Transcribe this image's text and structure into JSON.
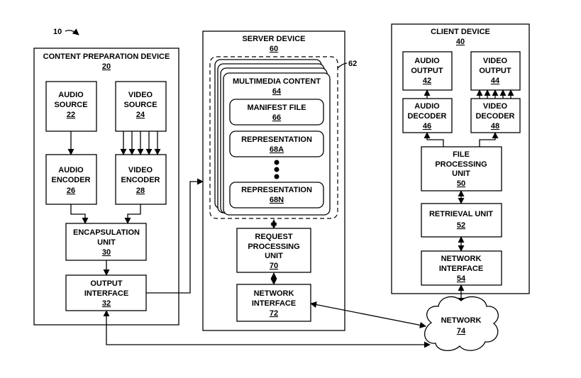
{
  "figure_ref": "10",
  "ref_62": "62",
  "content_preparation": {
    "title": "CONTENT PREPARATION DEVICE",
    "number": "20",
    "audio_source": {
      "line1": "AUDIO",
      "line2": "SOURCE",
      "number": "22"
    },
    "video_source": {
      "line1": "VIDEO",
      "line2": "SOURCE",
      "number": "24"
    },
    "audio_encoder": {
      "line1": "AUDIO",
      "line2": "ENCODER",
      "number": "26"
    },
    "video_encoder": {
      "line1": "VIDEO",
      "line2": "ENCODER",
      "number": "28"
    },
    "encapsulation": {
      "line1": "ENCAPSULATION",
      "line2": "UNIT",
      "number": "30"
    },
    "output_interface": {
      "line1": "OUTPUT",
      "line2": "INTERFACE",
      "number": "32"
    }
  },
  "server": {
    "title": "SERVER DEVICE",
    "number": "60",
    "multimedia": {
      "title": "MULTIMEDIA CONTENT",
      "number": "64"
    },
    "manifest": {
      "label": "MANIFEST FILE",
      "number": "66"
    },
    "rep_a": {
      "label": "REPRESENTATION",
      "number": "68A"
    },
    "rep_n": {
      "label": "REPRESENTATION",
      "number": "68N"
    },
    "request_processing": {
      "line1": "REQUEST",
      "line2": "PROCESSING",
      "line3": "UNIT",
      "number": "70"
    },
    "network_interface": {
      "line1": "NETWORK",
      "line2": "INTERFACE",
      "number": "72"
    }
  },
  "client": {
    "title": "CLIENT DEVICE",
    "number": "40",
    "audio_output": {
      "line1": "AUDIO",
      "line2": "OUTPUT",
      "number": "42"
    },
    "video_output": {
      "line1": "VIDEO",
      "line2": "OUTPUT",
      "number": "44"
    },
    "audio_decoder": {
      "line1": "AUDIO",
      "line2": "DECODER",
      "number": "46"
    },
    "video_decoder": {
      "line1": "VIDEO",
      "line2": "DECODER",
      "number": "48"
    },
    "file_processing": {
      "line1": "FILE",
      "line2": "PROCESSING",
      "line3": "UNIT",
      "number": "50"
    },
    "retrieval": {
      "label": "RETRIEVAL UNIT",
      "number": "52"
    },
    "network_interface": {
      "line1": "NETWORK",
      "line2": "INTERFACE",
      "number": "54"
    }
  },
  "network": {
    "label": "NETWORK",
    "number": "74"
  }
}
